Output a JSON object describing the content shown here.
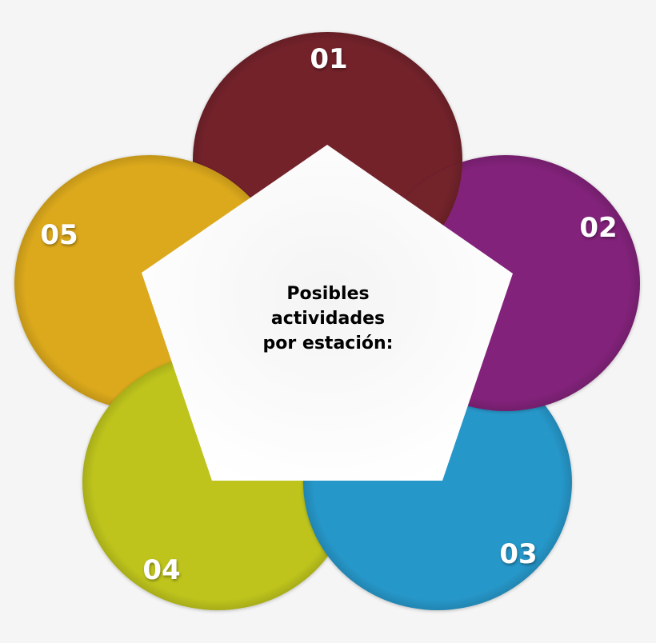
{
  "diagram": {
    "title_lines": [
      "Posibles",
      "actividades",
      "por estación:"
    ],
    "background": "#f5f5f5",
    "center_shape": "pentagon",
    "center_fill": "#f9f9f9",
    "stations": [
      {
        "label": "01",
        "color": "#73232a"
      },
      {
        "label": "02",
        "color": "#82217a"
      },
      {
        "label": "03",
        "color": "#2797c9"
      },
      {
        "label": "04",
        "color": "#bec41c"
      },
      {
        "label": "05",
        "color": "#dca91d"
      }
    ]
  }
}
